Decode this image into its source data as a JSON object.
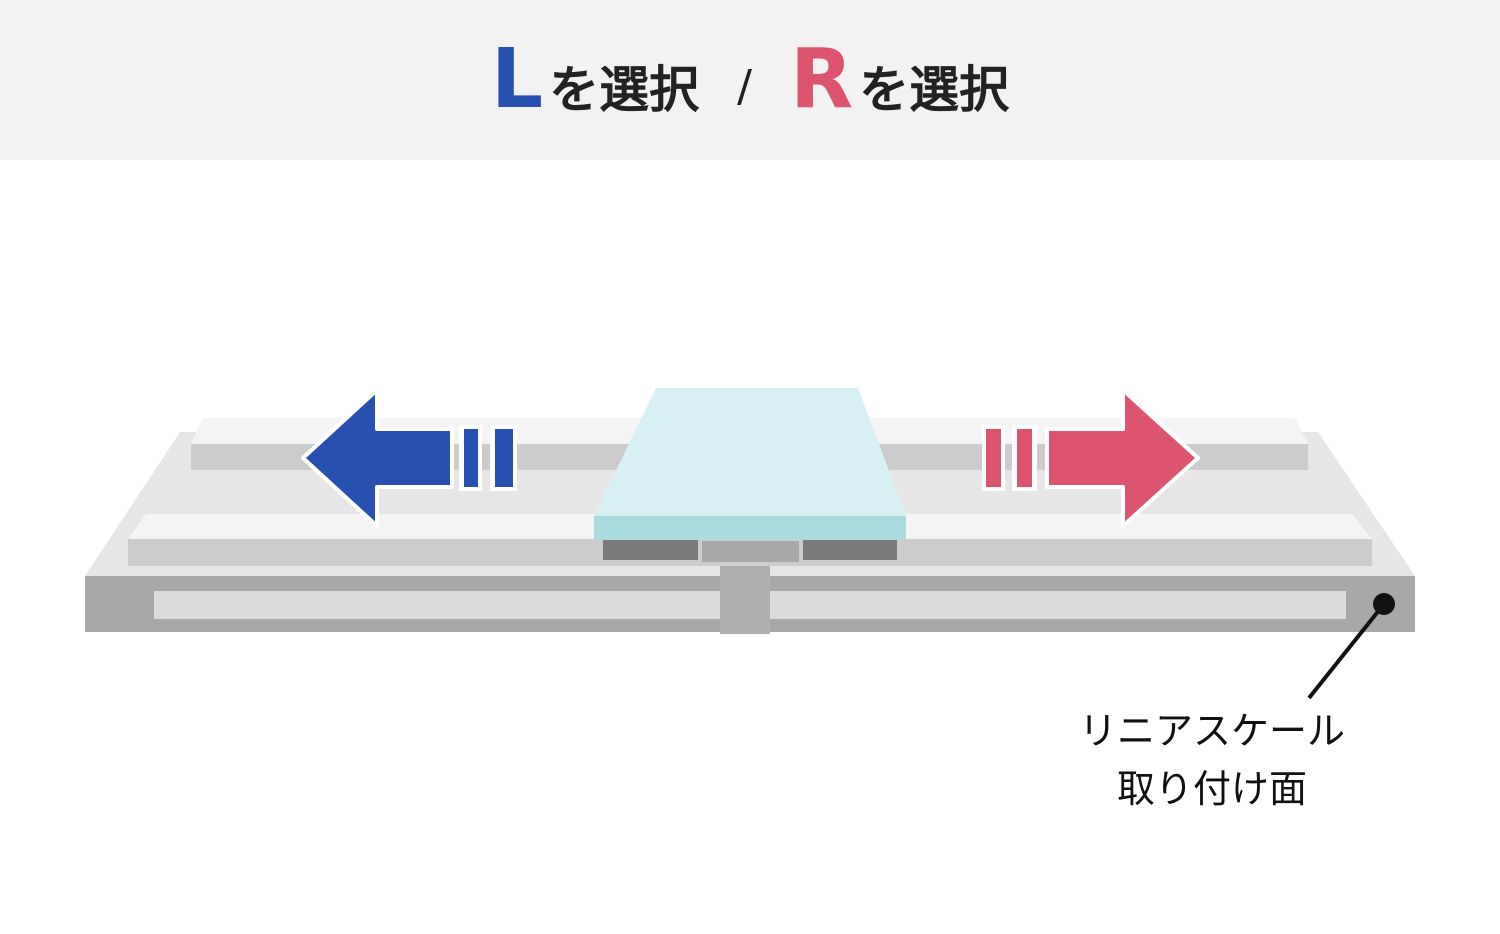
{
  "header": {
    "left_letter": "L",
    "left_text": "を選択",
    "separator": "/",
    "right_letter": "R",
    "right_text": "を選択"
  },
  "callout": {
    "line1": "リニアスケール",
    "line2": "取り付け面"
  },
  "colors": {
    "left_accent": "#2751b0",
    "right_accent": "#dd546e",
    "table_top": "#d7f0f3",
    "table_front": "#aadbdf"
  },
  "icons": {
    "left": "arrow-left-icon",
    "right": "arrow-right-icon"
  }
}
